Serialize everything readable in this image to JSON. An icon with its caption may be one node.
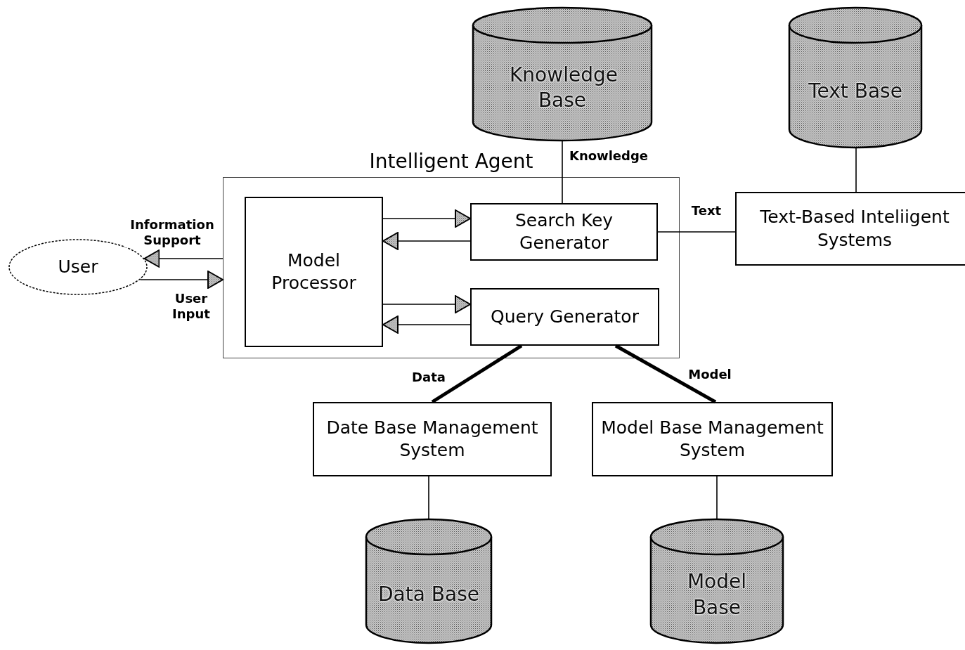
{
  "diagram": {
    "nodes": [
      {
        "text": [
          "Intelligent Agent"
        ]
      },
      {
        "text": [
          "Model Processor"
        ],
        "in": 0
      },
      {
        "text": [
          "Search Key Generator"
        ],
        "in": 0
      },
      {
        "text": [
          "Query Generator"
        ],
        "in": 0
      },
      {
        "text": [
          "User"
        ]
      },
      {
        "text": [
          "Knowledge Base"
        ]
      },
      {
        "text": [
          "Text Base"
        ]
      },
      {
        "text": [
          "Text-Based Inteliigent Systems"
        ]
      },
      {
        "text": [
          "Date Base Management System"
        ]
      },
      {
        "text": [
          "Model Base Management System"
        ]
      },
      {
        "text": [
          "Data Base"
        ]
      },
      {
        "text": [
          "Model Base"
        ]
      }
    ],
    "edges": [
      {
        "from": 0,
        "to": 4,
        "arrow": "to",
        "label": "Information Support"
      },
      {
        "from": 4,
        "to": 0,
        "arrow": "to",
        "label": "User Input"
      },
      {
        "from": 1,
        "to": 2,
        "arrow": "to"
      },
      {
        "from": 2,
        "to": 1,
        "arrow": "to"
      },
      {
        "from": 1,
        "to": 3,
        "arrow": "to"
      },
      {
        "from": 3,
        "to": 1,
        "arrow": "to"
      },
      {
        "from": 5,
        "to": 2,
        "arrow": "none",
        "label": "Knowledge"
      },
      {
        "from": 2,
        "to": 7,
        "arrow": "none",
        "label": "Text"
      },
      {
        "from": 6,
        "to": 7,
        "arrow": "none"
      },
      {
        "from": 3,
        "to": 8,
        "arrow": "none",
        "label": "Data",
        "style": "thick"
      },
      {
        "from": 3,
        "to": 9,
        "arrow": "none",
        "label": "Model",
        "style": "thick"
      },
      {
        "from": 8,
        "to": 10,
        "arrow": "none"
      },
      {
        "from": 9,
        "to": 11,
        "arrow": "none"
      }
    ]
  }
}
